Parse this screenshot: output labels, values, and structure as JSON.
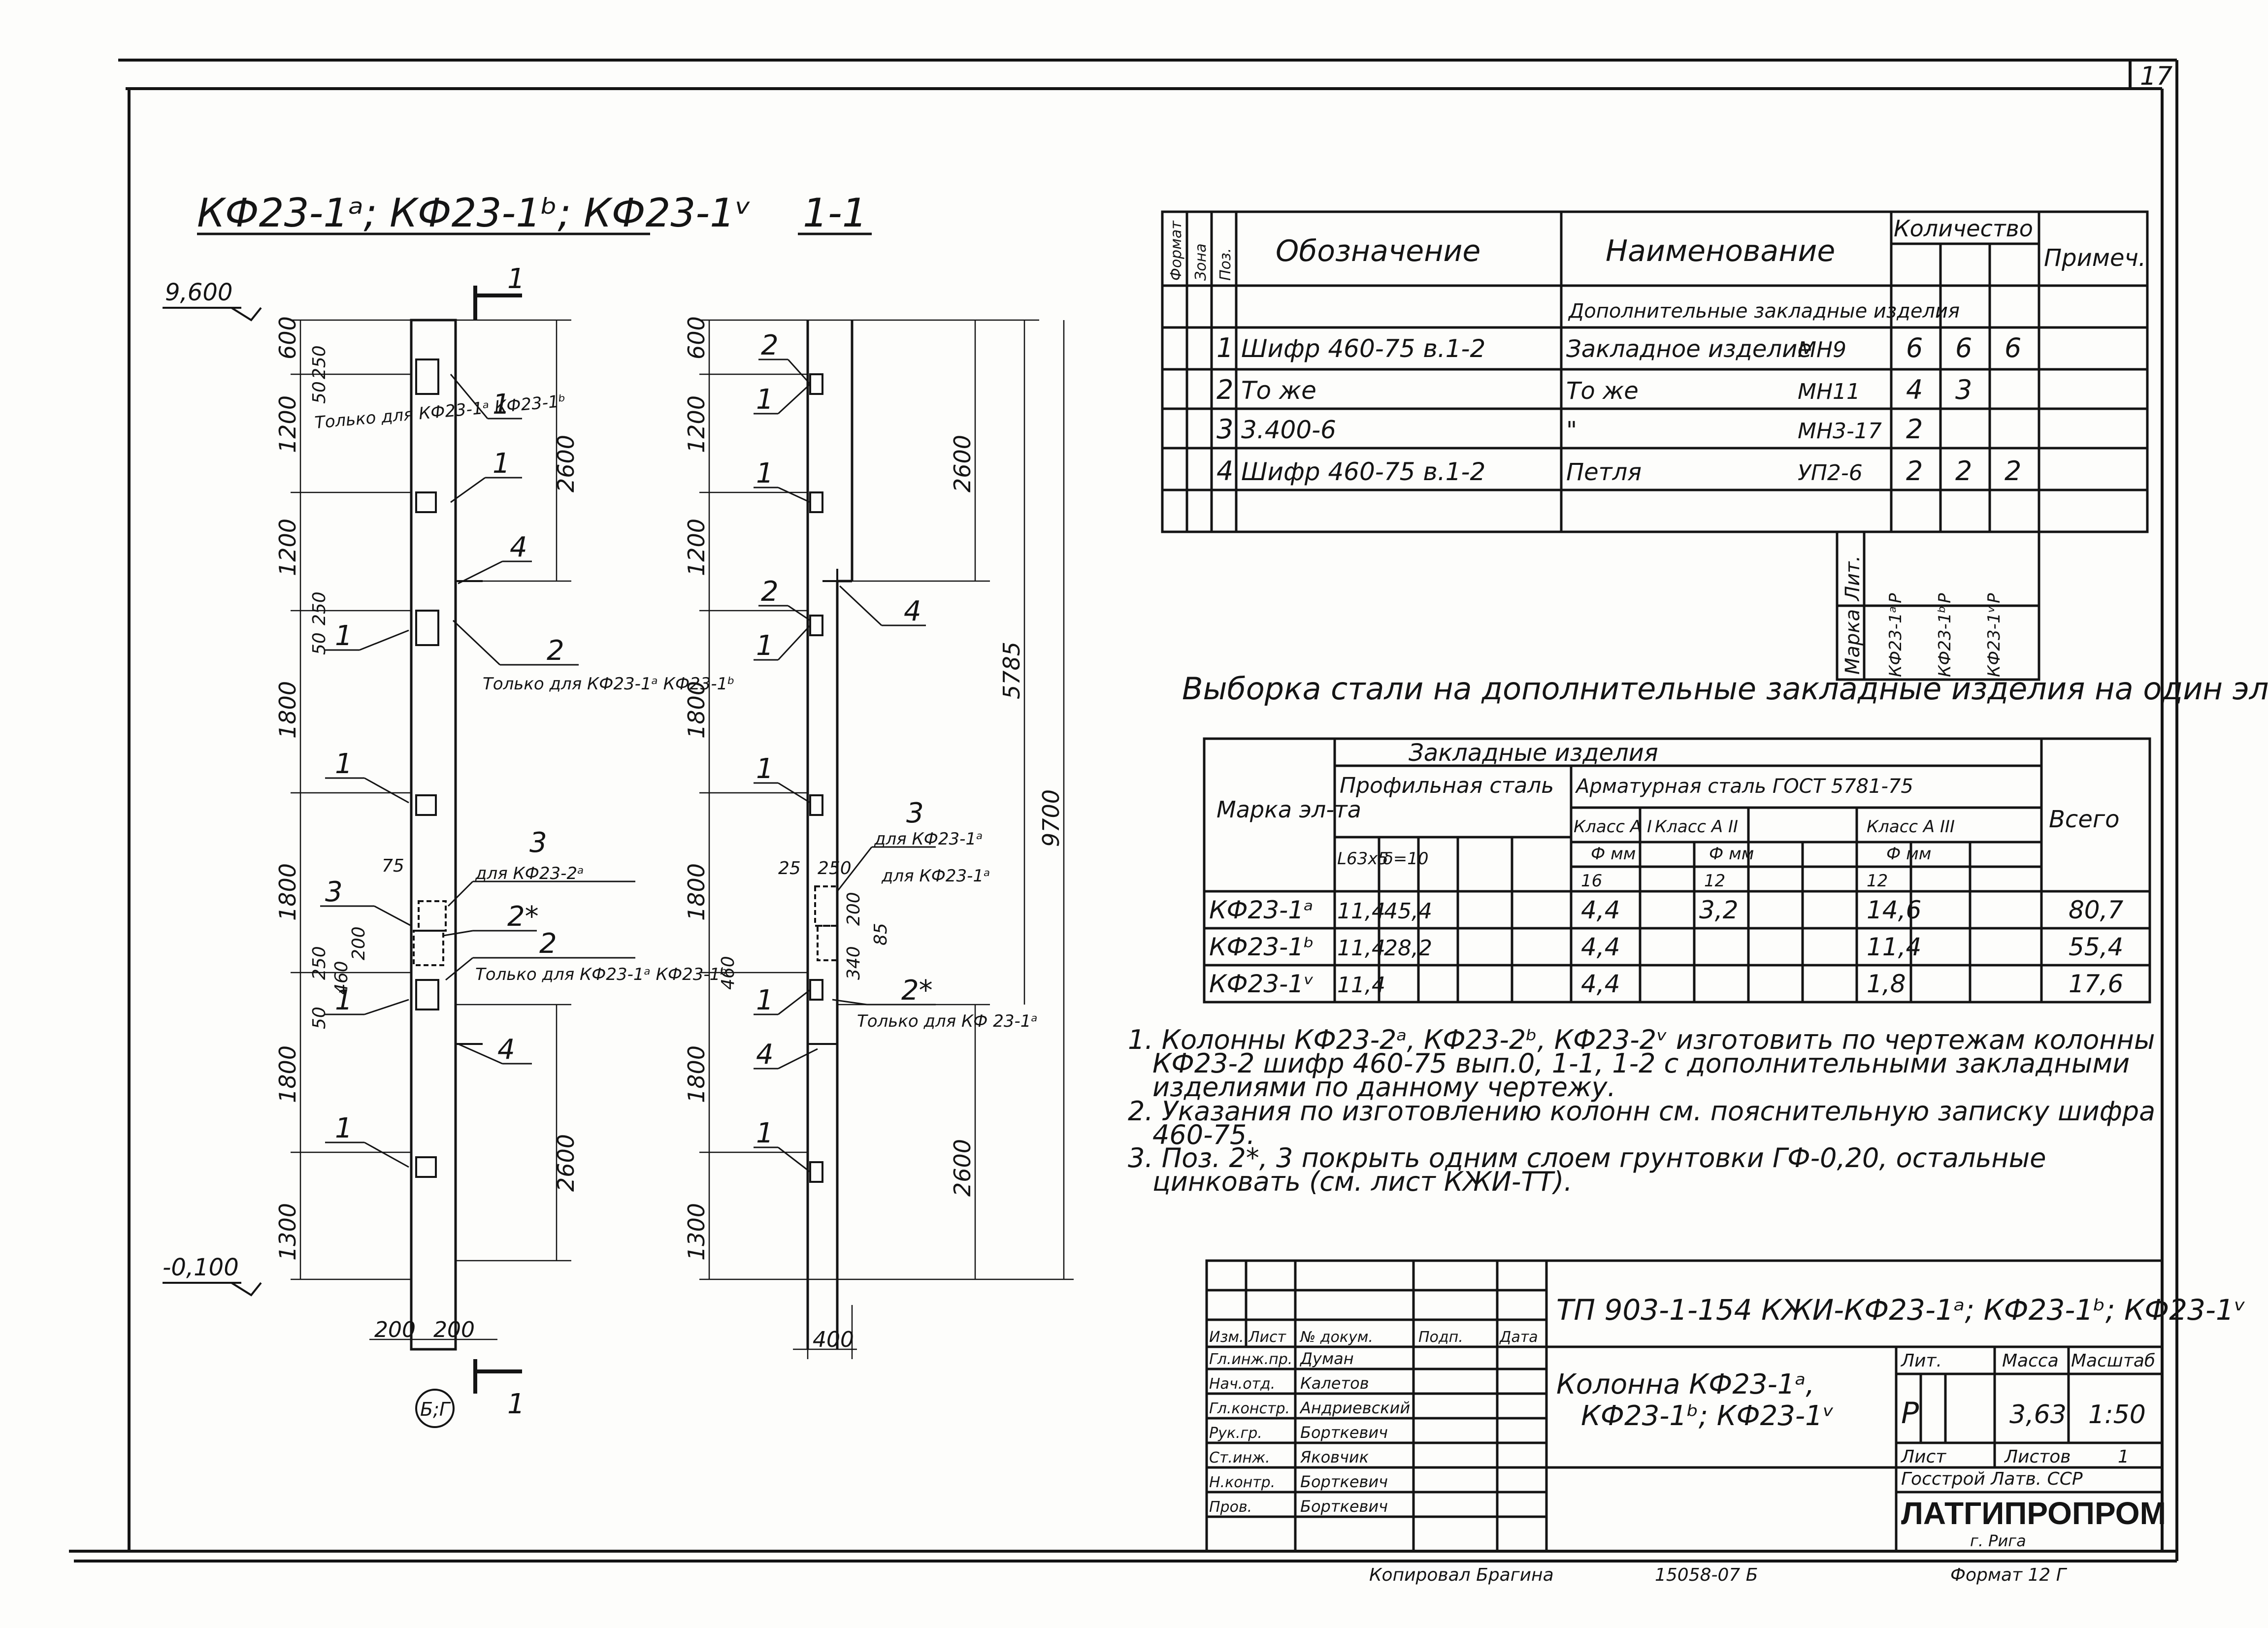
{
  "drawing": {
    "sheet_number": "17",
    "view_left_title": "КФ23-1ᵃ; КФ23-1ᵇ; КФ23-1ᵛ",
    "view_right_title": "1-1",
    "section_mark": "1",
    "elev_top": "9,600",
    "elev_bottom": "-0,100",
    "grid_axis": "Б;Г",
    "left_dims": [
      "600",
      "1200",
      "1200",
      "1800",
      "1800",
      "1800",
      "1300"
    ],
    "left_small_dims": [
      "250",
      "50",
      "250",
      "50",
      "75",
      "200",
      "460",
      "250",
      "50"
    ],
    "left_right_dims": [
      "2600",
      "2600"
    ],
    "bottom_dims": [
      "200",
      "200"
    ],
    "right_dims": [
      "600",
      "1200",
      "1200",
      "1800",
      "1800",
      "1800",
      "1300"
    ],
    "right_small_dims": [
      "25",
      "250",
      "460",
      "200",
      "340",
      "85"
    ],
    "right_right_dims": [
      "2600",
      "5785",
      "9700",
      "2600"
    ],
    "right_bottom_dim": "400",
    "callouts_left": [
      "1",
      "1",
      "4",
      "2",
      "1",
      "1",
      "3",
      "2*",
      "3",
      "2",
      "1",
      "4",
      "1"
    ],
    "callouts_right": [
      "2",
      "1",
      "1",
      "2",
      "4",
      "1",
      "1",
      "3",
      "2*",
      "1",
      "4",
      "1"
    ],
    "notes_left": [
      "Только для КФ23-1ᵃ КФ23-1ᵇ",
      "Только для КФ23-1ᵃ КФ23-1ᵇ",
      "для КФ23-2ᵃ",
      "Только для КФ23-1ᵃ КФ23-1ᵇ"
    ],
    "notes_right": [
      "для КФ23-1ᵃ",
      "для КФ23-1ᵃ",
      "Только для КФ 23-1ᵃ"
    ]
  },
  "spec_table": {
    "headers": {
      "format": "Формат",
      "zone": "Зона",
      "pos": "Поз.",
      "designation": "Обозначение",
      "name": "Наименование",
      "quantity": "Количество",
      "note": "Примеч."
    },
    "section_title": "Дополнительные закладные изделия",
    "rows": [
      {
        "pos": "1",
        "designation": "Шифр 460-75 в.1-2",
        "name": "Закладное изделие",
        "mark": "МН9",
        "q1": "6",
        "q2": "6",
        "q3": "6"
      },
      {
        "pos": "2",
        "designation": "То же",
        "name": "То же",
        "mark": "МН11",
        "q1": "4",
        "q2": "3",
        "q3": ""
      },
      {
        "pos": "3",
        "designation": "3.400-6",
        "name": "\"",
        "mark": "МН3-17",
        "q1": "2",
        "q2": "",
        "q3": ""
      },
      {
        "pos": "4",
        "designation": "Шифр 460-75 в.1-2",
        "name": "Петля",
        "mark": "УП2-6",
        "q1": "2",
        "q2": "2",
        "q3": "2"
      }
    ],
    "marks_header": [
      "Марка",
      "Лит."
    ],
    "marks": [
      "КФ23-1ᵃ",
      "КФ23-1ᵇ",
      "КФ23-1ᵛ"
    ],
    "lit": [
      "Р",
      "Р",
      "Р"
    ]
  },
  "steel_table": {
    "title": "Выборка стали на дополнительные закладные изделия на один элемент, кг",
    "h_embedded": "Закладные изделия",
    "h_rebar": "Арматурная сталь ГОСТ 5781-75",
    "h_mark": "Марка эл-та",
    "h_profile": "Профильная сталь",
    "h_l63": "L63х5",
    "h_d10": "δ=10",
    "h_ai": "Класс А I",
    "h_aii": "Класс А II",
    "h_aiii": "Класс А III",
    "h_phi": "Ф мм",
    "h_16": "16",
    "h_12a": "12",
    "h_12b": "12",
    "h_total": "Всего",
    "rows": [
      {
        "mark": "КФ23-1ᵃ",
        "l63": "11,4",
        "d10": "45,4",
        "ai16": "4,4",
        "aii12": "3,2",
        "aiii12": "14,6",
        "total": "80,7"
      },
      {
        "mark": "КФ23-1ᵇ",
        "l63": "11,4",
        "d10": "28,2",
        "ai16": "4,4",
        "aii12": "",
        "aiii12": "11,4",
        "total": "55,4"
      },
      {
        "mark": "КФ23-1ᵛ",
        "l63": "11,4",
        "d10": "",
        "ai16": "4,4",
        "aii12": "",
        "aiii12": "1,8",
        "total": "17,6"
      }
    ]
  },
  "notes": [
    "1. Колонны КФ23-2ᵃ, КФ23-2ᵇ, КФ23-2ᵛ изготовить по чертежам колонны КФ23-2 шифр 460-75 вып.0, 1-1, 1-2 с дополнительными закладными изделиями по данному чертежу.",
    "2. Указания по изготовлению колонн см. пояснительную записку шифра 460-75.",
    "3. Поз. 2*, 3 покрыть одним слоем грунтовки ГФ-0,20, остальные цинковать (см. лист КЖИ-ТТ)."
  ],
  "title_block": {
    "code": "ТП 903-1-154 КЖИ-КФ23-1ᵃ; КФ23-1ᵇ; КФ23-1ᵛ",
    "col_headers": [
      "Изм.",
      "Лист",
      "№ докум.",
      "Подп.",
      "Дата"
    ],
    "people": [
      {
        "role": "Гл.инж.пр.",
        "name": "Думан"
      },
      {
        "role": "Нач.отд.",
        "name": "Калетов"
      },
      {
        "role": "Гл.констр.",
        "name": "Андриевский"
      },
      {
        "role": "Рук.гр.",
        "name": "Бортке­вич"
      },
      {
        "role": "Ст.инж.",
        "name": "Яковчик"
      },
      {
        "role": "Н.контр.",
        "name": "Бортке­вич"
      },
      {
        "role": "Пров.",
        "name": "Бортке­вич"
      }
    ],
    "product_name": "Колонна КФ23-1ᵃ, КФ23-1ᵇ; КФ23-1ᵛ",
    "lit_label": "Лит.",
    "mass_label": "Масса",
    "scale_label": "Масштаб",
    "lit": "Р",
    "mass": "3,63",
    "scale": "1:50",
    "sheet_label": "Лист",
    "sheets_label": "Листов",
    "sheets": "1",
    "org_line": "Госстрой Латв. ССР",
    "org": "ЛАТГИПРОПРОМ",
    "city": "г. Рига"
  },
  "footer": {
    "copied": "Копировал Брагина",
    "number": "15058-07 Б",
    "format": "Формат 12 Г"
  }
}
